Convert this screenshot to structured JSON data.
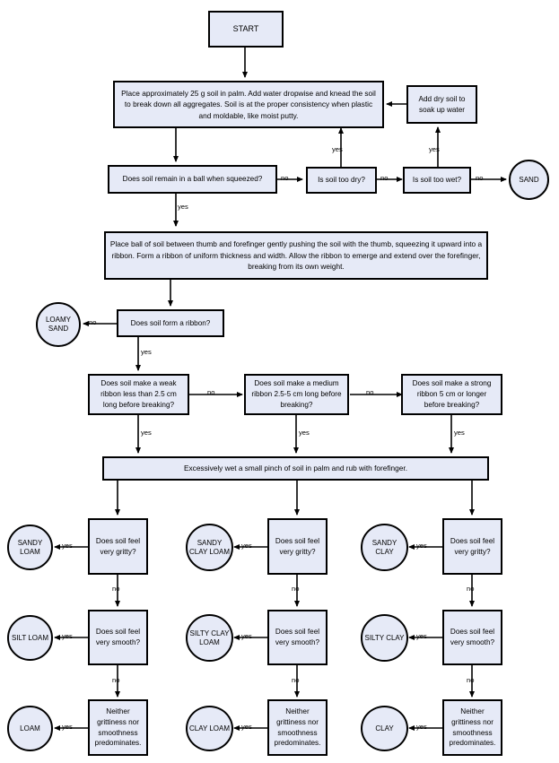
{
  "diagram": {
    "title": "Soil Texture Determination Flowchart",
    "fill_color": "#e6eaf7",
    "stroke_color": "#000000",
    "background": "#ffffff"
  },
  "nodes": {
    "start": "START",
    "knead_instruction": "Place approximately 25 g soil in palm. Add water dropwise and knead the soil to break down all aggregates. Soil is at the proper consistency when plastic and moldable, like moist putty.",
    "add_dry_soil": "Add dry soil to soak up water",
    "ball_question": "Does soil remain in a ball when squeezed?",
    "too_dry": "Is soil too dry?",
    "too_wet": "Is soil too wet?",
    "sand": "SAND",
    "ribbon_instruction": "Place ball of soil between thumb and forefinger gently pushing the soil with the thumb, squeezing it upward into a ribbon. Form a ribbon of uniform thickness and width. Allow the ribbon to emerge and extend over the forefinger, breaking from its own weight.",
    "loamy_sand": "LOAMY SAND",
    "ribbon_question": "Does soil form a ribbon?",
    "weak_ribbon": "Does soil make a weak ribbon less than 2.5 cm long before breaking?",
    "medium_ribbon": "Does soil make a medium ribbon 2.5-5 cm long before breaking?",
    "strong_ribbon": "Does soil make a strong ribbon 5 cm or longer before breaking?",
    "wet_pinch_instruction": "Excessively wet a small pinch of soil in palm and rub with forefinger.",
    "gritty_q1": "Does soil feel very gritty?",
    "gritty_q2": "Does soil feel very gritty?",
    "gritty_q3": "Does soil feel very gritty?",
    "smooth_q1": "Does soil feel very smooth?",
    "smooth_q2": "Does soil feel very smooth?",
    "smooth_q3": "Does soil feel very smooth?",
    "neither_q1": "Neither grittiness nor smoothness predominates.",
    "neither_q2": "Neither grittiness nor smoothness predominates.",
    "neither_q3": "Neither grittiness nor smoothness predominates.",
    "sandy_loam": "SANDY LOAM",
    "sandy_clay_loam": "SANDY CLAY LOAM",
    "sandy_clay": "SANDY CLAY",
    "silt_loam": "SILT LOAM",
    "silty_clay_loam": "SILTY CLAY LOAM",
    "silty_clay": "SILTY CLAY",
    "loam": "LOAM",
    "clay_loam": "CLAY LOAM",
    "clay": "CLAY"
  },
  "edge_labels": {
    "ball_no": "no",
    "ball_yes": "yes",
    "dry_no": "no",
    "dry_yes": "yes",
    "wet_no": "no",
    "wet_yes": "yes",
    "ribbon_no": "no",
    "ribbon_yes": "yes",
    "weak_no": "no",
    "weak_yes": "yes",
    "medium_no": "no",
    "medium_yes": "yes",
    "strong_yes": "yes",
    "gritty1_yes": "yes",
    "gritty1_no": "no",
    "gritty2_yes": "yes",
    "gritty2_no": "no",
    "gritty3_yes": "yes",
    "gritty3_no": "no",
    "smooth1_yes": "yes",
    "smooth1_no": "no",
    "smooth2_yes": "yes",
    "smooth2_no": "no",
    "smooth3_yes": "yes",
    "smooth3_no": "no",
    "neither1_yes": "yes",
    "neither2_yes": "yes",
    "neither3_yes": "yes"
  }
}
